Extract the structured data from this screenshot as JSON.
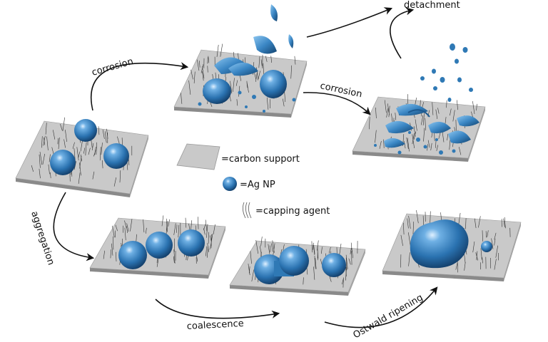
{
  "labels": {
    "corrosion_1": "corrosion",
    "corrosion_2": "corrosion",
    "detachment": "detachment",
    "aggregation": "aggregation",
    "coalescence": "coalescence",
    "ostwald": "Ostwald ripening"
  },
  "legend": {
    "carbon_support": "=carbon support",
    "ag_np": "=Ag NP",
    "capping_agent": "=capping agent"
  },
  "colors": {
    "particle": "#2f79b5",
    "particle_dark": "#123f6b",
    "support_top": "#c9c9c9",
    "support_side": "#8a8a8a",
    "hair": "#333333",
    "arrow": "#111111"
  }
}
